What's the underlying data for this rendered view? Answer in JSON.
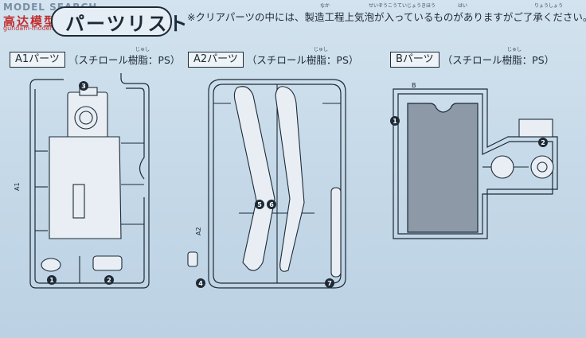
{
  "watermark": {
    "top_text": "MODEL SEARCH",
    "logo_text": "高达模型",
    "url_text": "gundam-moder.com"
  },
  "header": {
    "title": "パーツリスト",
    "note": "※クリアパーツの中には、製造工程上気泡が入っているものがありますがご了承ください。",
    "ruby": [
      "なか",
      "せいぞうこうていじょうきほう",
      "はい",
      "りょうしょう"
    ]
  },
  "runners": [
    {
      "name": "A1パーツ",
      "material": "（スチロール樹脂：PS）",
      "ruby": "じゅし",
      "side_tag": "A1"
    },
    {
      "name": "A2パーツ",
      "material": "（スチロール樹脂：PS）",
      "ruby": "じゅし",
      "side_tag": "A2"
    },
    {
      "name": "Bパーツ",
      "material": "（スチロール樹脂：PS）",
      "ruby": "じゅし",
      "side_tag": "B"
    }
  ],
  "part_numbers": {
    "a1": [
      "3",
      "1",
      "2"
    ],
    "a2": [
      "5",
      "6",
      "4",
      "7"
    ],
    "b": [
      "1",
      "2"
    ]
  },
  "colors": {
    "background": "#c9dbe9",
    "line": "#1d2a36",
    "part_fill": "#e8eef4",
    "b_part_fill": "#8d99a6",
    "watermark_red": "#c22e2e"
  }
}
